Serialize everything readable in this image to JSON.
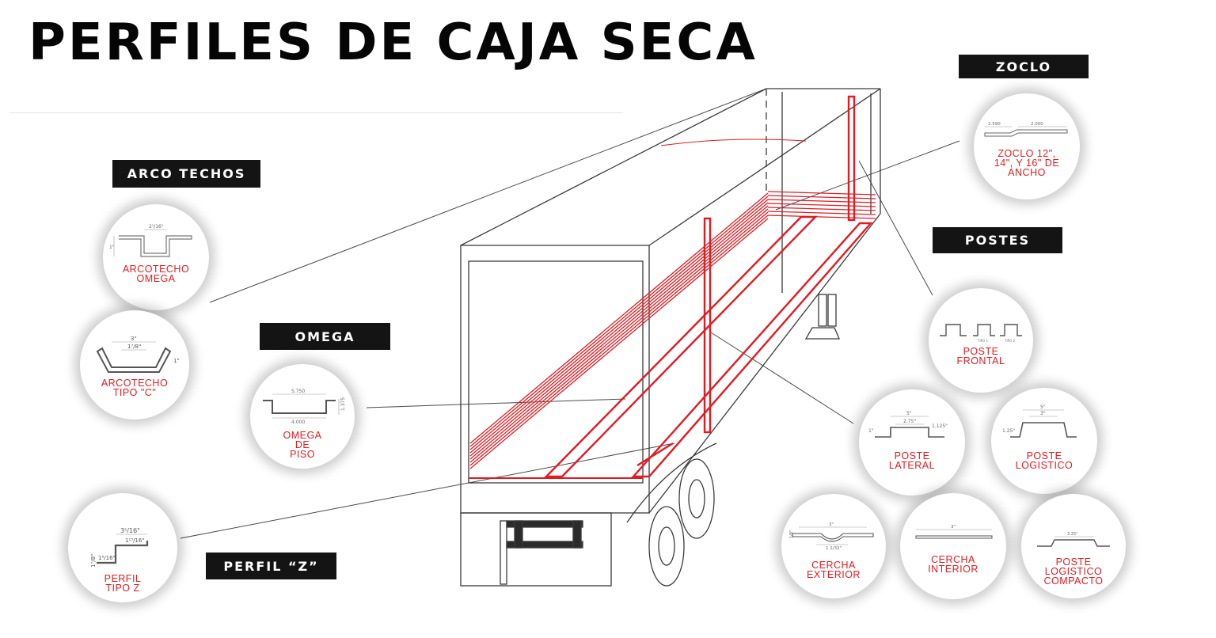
{
  "title": "PERFILES DE CAJA SECA",
  "colors": {
    "accent": "#e11b22",
    "tag_bg": "#141414",
    "line": "#444444"
  },
  "tags": {
    "arco_techos": "ARCO TECHOS",
    "omega": "OMEGA",
    "perfil_z": "PERFIL “Z”",
    "zoclo": "ZOCLO",
    "postes": "POSTES"
  },
  "profiles": {
    "arcotecho_omega": {
      "lines": [
        "ARCOTECHO",
        "OMEGA"
      ],
      "dims": [
        "2¹/16\"",
        "1\""
      ]
    },
    "arcotecho_tipo_c": {
      "lines": [
        "ARCOTECHO",
        "TIPO \"C\""
      ],
      "dims": [
        "3\"",
        "1⁷/8\"",
        "1\""
      ]
    },
    "omega_de_piso": {
      "lines": [
        "OMEGA",
        "DE",
        "PISO"
      ],
      "dims": [
        "5.750",
        "4.000",
        "1.375"
      ]
    },
    "perfil_tipo_z": {
      "lines": [
        "PERFIL",
        "TIPO Z"
      ],
      "dims": [
        "3⁵/16\"",
        "1¹³/16\"",
        "1⁵/16\"",
        "1⁷/8\""
      ]
    },
    "zoclo": {
      "lines": [
        "ZOCLO 12\",",
        "14\", Y 16\" DE",
        "ANCHO"
      ],
      "dims": [
        "2.590",
        "2.000"
      ]
    },
    "poste_frontal": {
      "lines": [
        "POSTE",
        "FRONTAL"
      ],
      "dims": [
        "TIPO 1",
        "TIPO 2"
      ]
    },
    "poste_lateral": {
      "lines": [
        "POSTE",
        "LATERAL"
      ],
      "dims": [
        "5\"",
        "2.75\"",
        "1.125\"",
        "1\""
      ]
    },
    "poste_logistico": {
      "lines": [
        "POSTE",
        "LOGISTICO"
      ],
      "dims": [
        "5\"",
        "3\"",
        "1.25\""
      ]
    },
    "cercha_exterior": {
      "lines": [
        "CERCHA",
        "EXTERIOR"
      ],
      "dims": [
        "3\"",
        "1 1/32\"",
        "1/8\""
      ]
    },
    "cercha_interior": {
      "lines": [
        "CERCHA",
        "INTERIOR"
      ],
      "dims": [
        "3\""
      ]
    },
    "poste_logistico_compacto": {
      "lines": [
        "POSTE",
        "LOGISTICO",
        "COMPACTO"
      ],
      "dims": [
        "3.25\""
      ]
    }
  }
}
